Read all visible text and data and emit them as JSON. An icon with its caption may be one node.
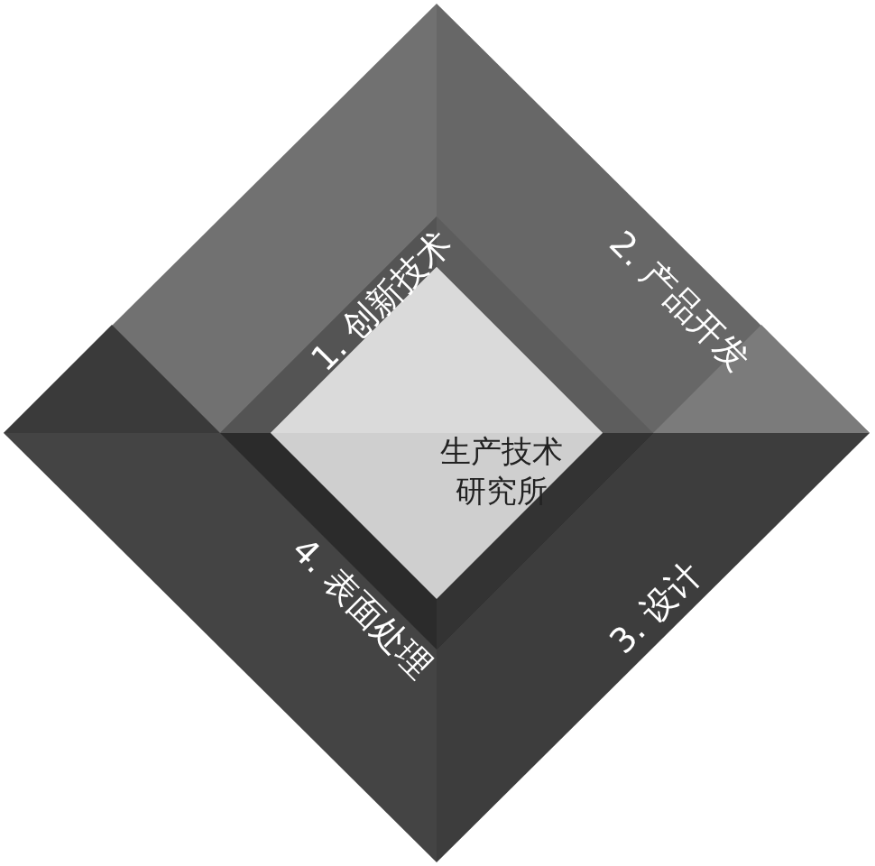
{
  "diagram": {
    "nodes": [
      {
        "text": [
          "生产技术研究所"
        ]
      },
      {
        "text": [
          "1. 创新技术"
        ]
      },
      {
        "text": [
          "2. 产品开发"
        ]
      },
      {
        "text": [
          "3. 设计"
        ]
      },
      {
        "text": [
          "4. 表面处理"
        ]
      }
    ]
  }
}
